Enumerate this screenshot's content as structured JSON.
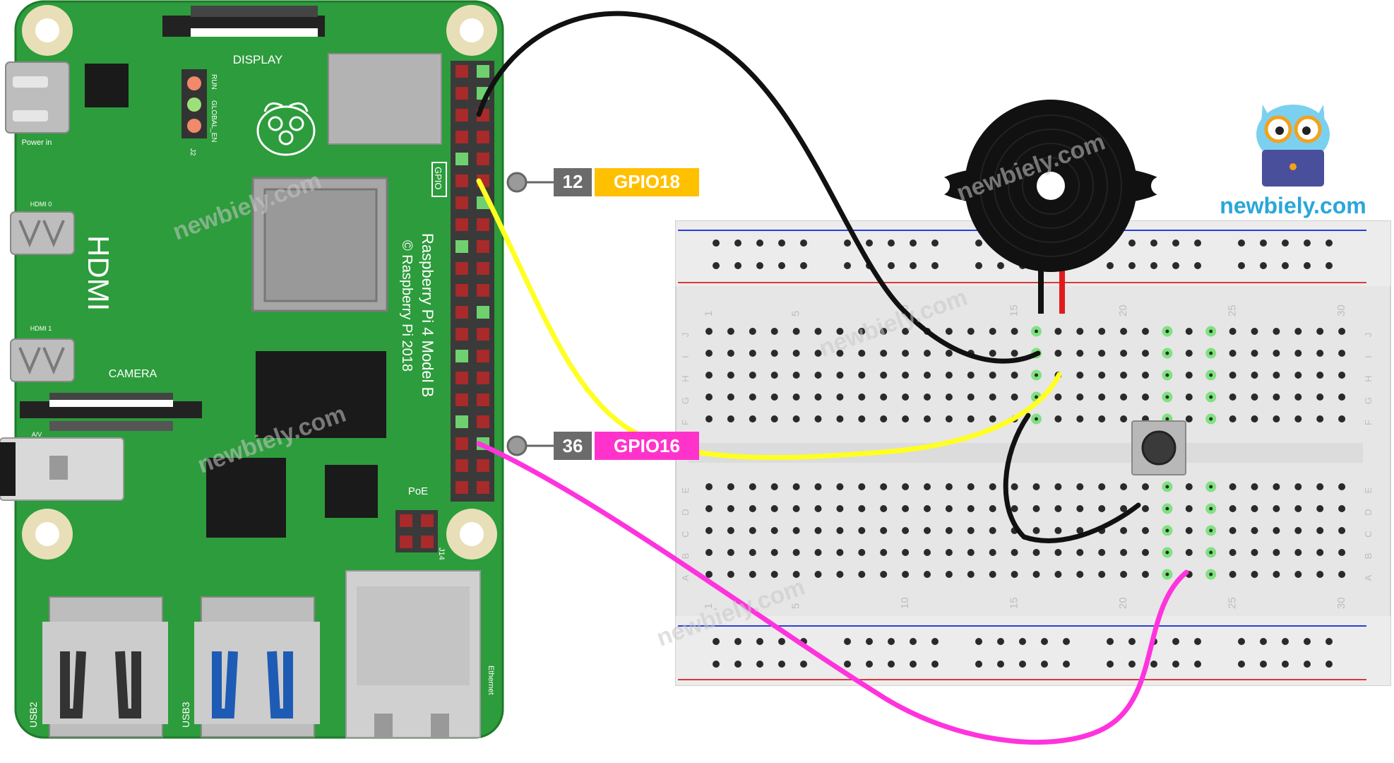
{
  "board": {
    "display_label": "DISPLAY",
    "power_label": "Power in",
    "hdmi0_label": "HDMI 0",
    "hdmi1_label": "HDMI 1",
    "hdmi_label": "HDMI",
    "camera_label": "CAMERA",
    "av_label": "A/V",
    "poe_label": "PoE",
    "j14_label": "J14",
    "j2_label": "J2",
    "gpio_label": "GPIO",
    "model_label": "Raspberry Pi 4 Model B",
    "copyright_label": "© Raspberry Pi 2018",
    "usb2_label": "USB2",
    "usb3_label": "USB3",
    "ethernet_label": "Ethernet",
    "led_labels": [
      "RUN",
      "GLOBAL_EN"
    ],
    "colors": {
      "pcb": "#2d9c3c",
      "gpio_header": "#3a3a3a",
      "pin_red": "#a82a2a",
      "pin_green": "#6fd06f"
    }
  },
  "pin_callouts": [
    {
      "pin": "12",
      "name": "GPIO18",
      "color": "#ffc000"
    },
    {
      "pin": "36",
      "name": "GPIO16",
      "color": "#ff33cc"
    }
  ],
  "breadboard": {
    "column_numbers": [
      "1",
      "5",
      "10",
      "15",
      "20",
      "25",
      "30"
    ],
    "row_letters_top": [
      "J",
      "I",
      "H",
      "G",
      "F"
    ],
    "row_letters_bottom": [
      "E",
      "D",
      "C",
      "B",
      "A"
    ]
  },
  "wires": [
    {
      "name": "black-wire-gnd-to-buzzer",
      "color": "#1a1a1a"
    },
    {
      "name": "yellow-wire-gpio18-to-buzzer",
      "color": "#ffff00"
    },
    {
      "name": "magenta-wire-gpio16-to-button",
      "color": "#ff33dd"
    },
    {
      "name": "black-jumper-buzzer-to-button",
      "color": "#1a1a1a"
    }
  ],
  "logo": {
    "text": "newbiely.com",
    "color": "#2aa7d8"
  },
  "watermark": "newbiely.com"
}
